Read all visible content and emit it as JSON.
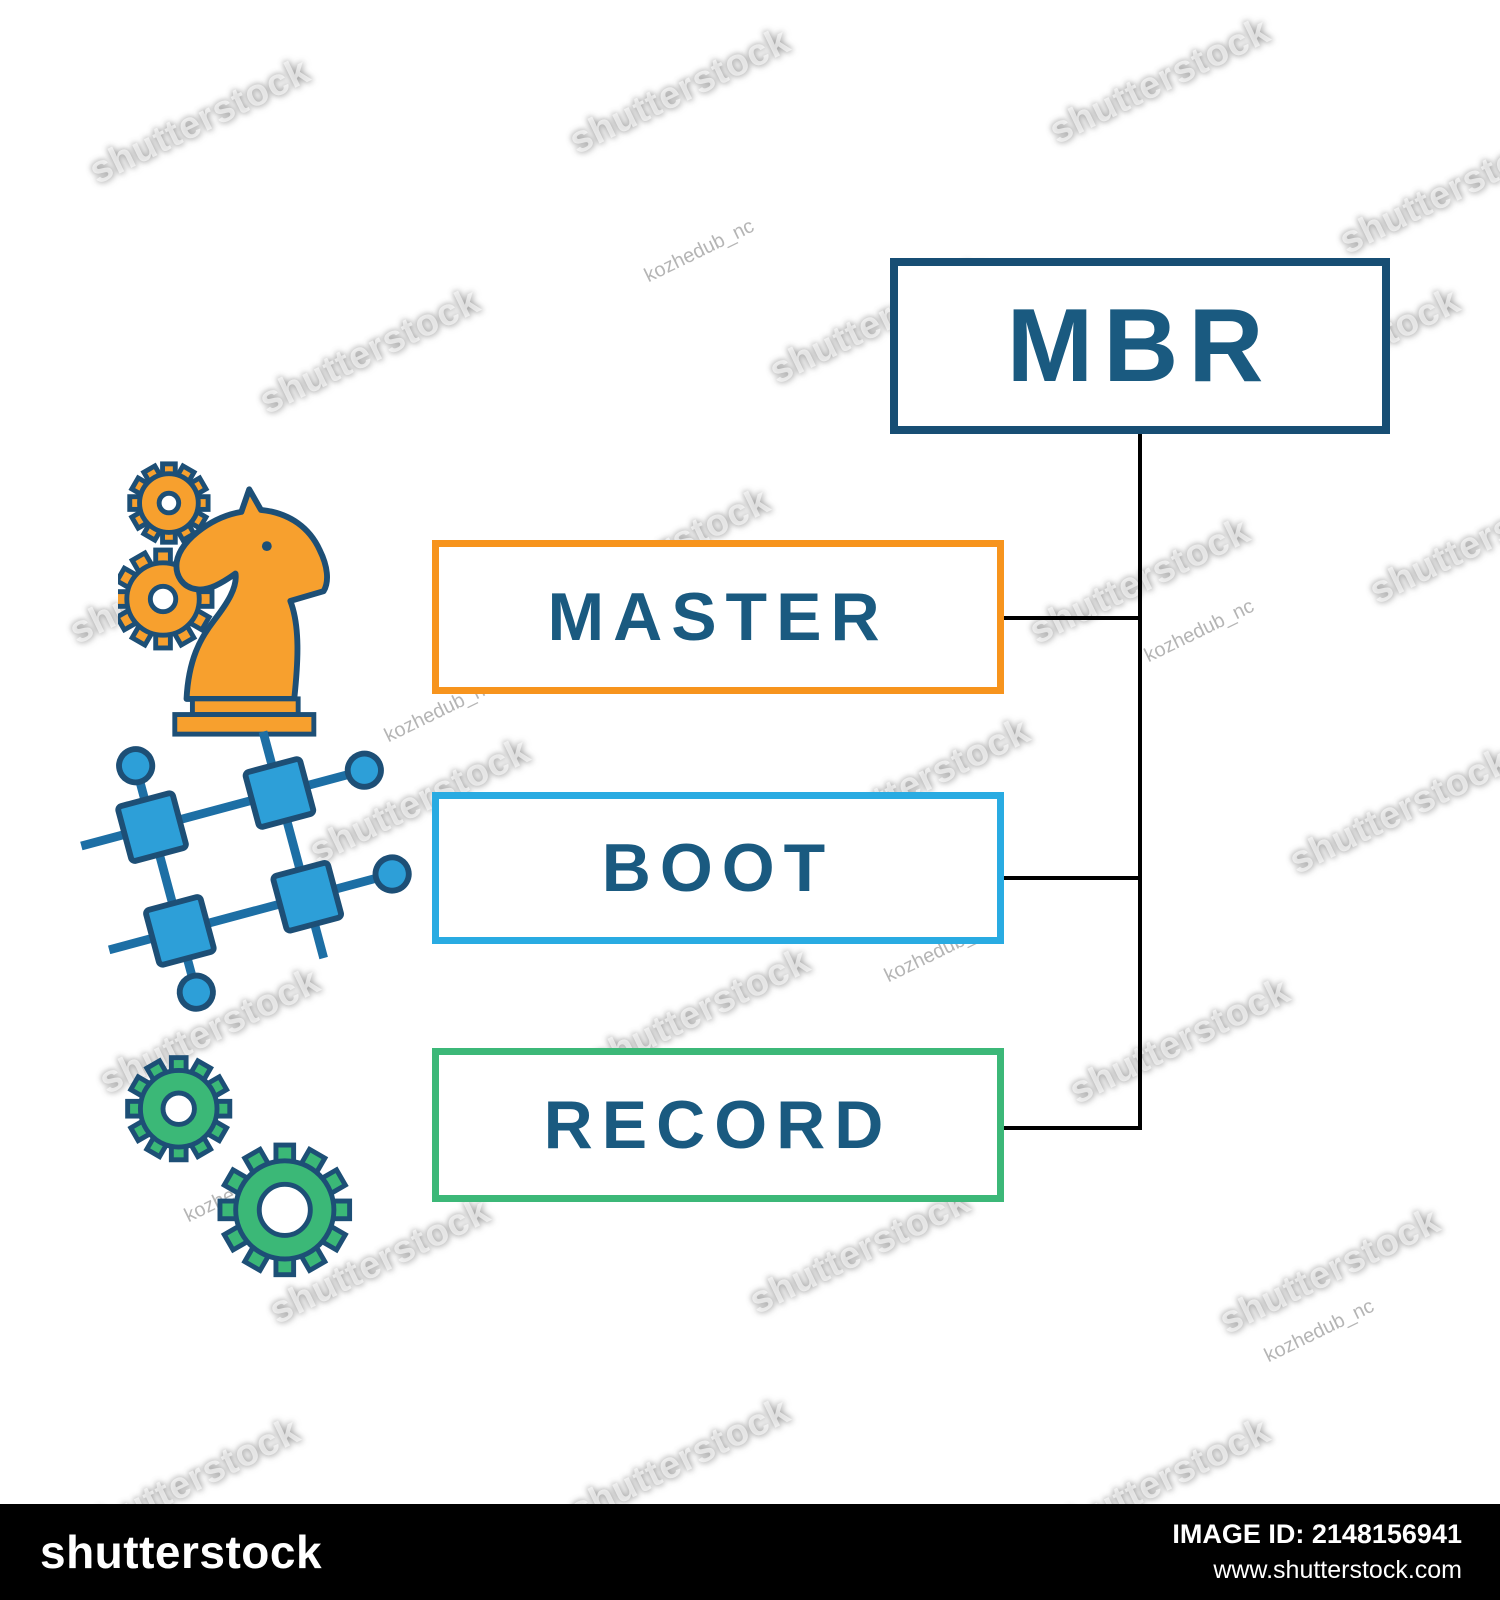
{
  "diagram": {
    "acronym": "MBR",
    "words": [
      {
        "label": "MASTER",
        "color": "#f7941d"
      },
      {
        "label": "BOOT",
        "color": "#29abe2"
      },
      {
        "label": "RECORD",
        "color": "#3cb878"
      }
    ],
    "text_color": "#1a5a80",
    "acronym_border_color": "#174e74",
    "connector_color": "#000000"
  },
  "icons": {
    "knight": {
      "name": "chess-knight-with-gears",
      "color": "#f7a02e"
    },
    "network": {
      "name": "connected-nodes",
      "color": "#2d9fd8"
    },
    "gears": {
      "name": "two-gears",
      "color": "#3bb877"
    },
    "outline_color": "#1d4f76"
  },
  "watermark": {
    "brand": "shutterstock",
    "credit": "kozhedub_nc"
  },
  "footer": {
    "logo": "shutterstock",
    "image_id": "IMAGE ID: 2148156941",
    "url": "www.shutterstock.com",
    "bg_color": "#000000"
  }
}
